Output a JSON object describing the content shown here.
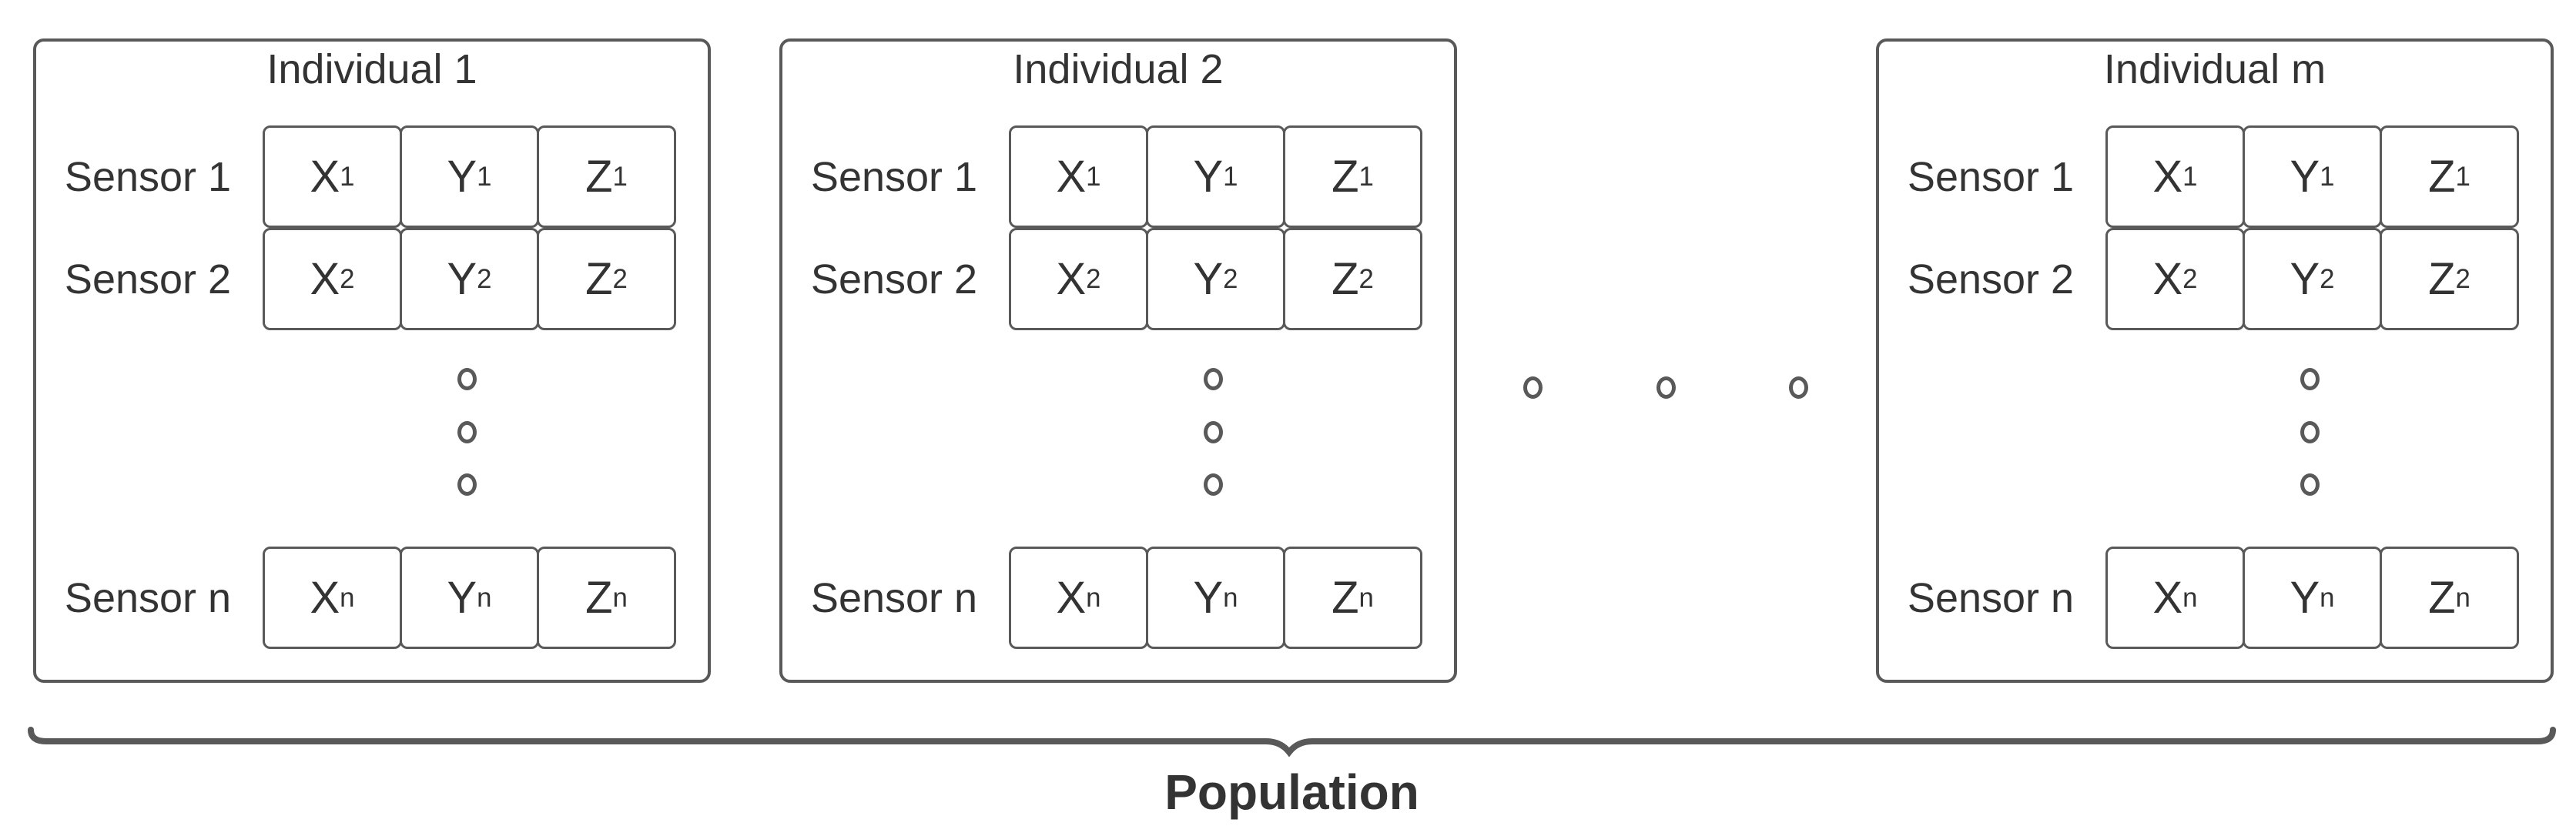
{
  "population_label": "Population",
  "colors": {
    "stroke": "#595959",
    "text": "#333333",
    "background": "#ffffff"
  },
  "ellipsis": {
    "vertical_dots_per_box": 3,
    "horizontal_dots_between_boxes": 3
  },
  "boxes": [
    {
      "title": "Individual 1",
      "rows": [
        {
          "label": "Sensor 1",
          "cells": [
            {
              "base": "X",
              "sub": "1"
            },
            {
              "base": "Y",
              "sub": "1"
            },
            {
              "base": "Z",
              "sub": "1"
            }
          ]
        },
        {
          "label": "Sensor 2",
          "cells": [
            {
              "base": "X",
              "sub": "2"
            },
            {
              "base": "Y",
              "sub": "2"
            },
            {
              "base": "Z",
              "sub": "2"
            }
          ]
        },
        {
          "label": "Sensor n",
          "cells": [
            {
              "base": "X",
              "sub": "n"
            },
            {
              "base": "Y",
              "sub": "n"
            },
            {
              "base": "Z",
              "sub": "n"
            }
          ]
        }
      ]
    },
    {
      "title": "Individual 2",
      "rows": [
        {
          "label": "Sensor 1",
          "cells": [
            {
              "base": "X",
              "sub": "1"
            },
            {
              "base": "Y",
              "sub": "1"
            },
            {
              "base": "Z",
              "sub": "1"
            }
          ]
        },
        {
          "label": "Sensor 2",
          "cells": [
            {
              "base": "X",
              "sub": "2"
            },
            {
              "base": "Y",
              "sub": "2"
            },
            {
              "base": "Z",
              "sub": "2"
            }
          ]
        },
        {
          "label": "Sensor n",
          "cells": [
            {
              "base": "X",
              "sub": "n"
            },
            {
              "base": "Y",
              "sub": "n"
            },
            {
              "base": "Z",
              "sub": "n"
            }
          ]
        }
      ]
    },
    {
      "title": "Individual m",
      "rows": [
        {
          "label": "Sensor 1",
          "cells": [
            {
              "base": "X",
              "sub": "1"
            },
            {
              "base": "Y",
              "sub": "1"
            },
            {
              "base": "Z",
              "sub": "1"
            }
          ]
        },
        {
          "label": "Sensor 2",
          "cells": [
            {
              "base": "X",
              "sub": "2"
            },
            {
              "base": "Y",
              "sub": "2"
            },
            {
              "base": "Z",
              "sub": "2"
            }
          ]
        },
        {
          "label": "Sensor n",
          "cells": [
            {
              "base": "X",
              "sub": "n"
            },
            {
              "base": "Y",
              "sub": "n"
            },
            {
              "base": "Z",
              "sub": "n"
            }
          ]
        }
      ]
    }
  ]
}
